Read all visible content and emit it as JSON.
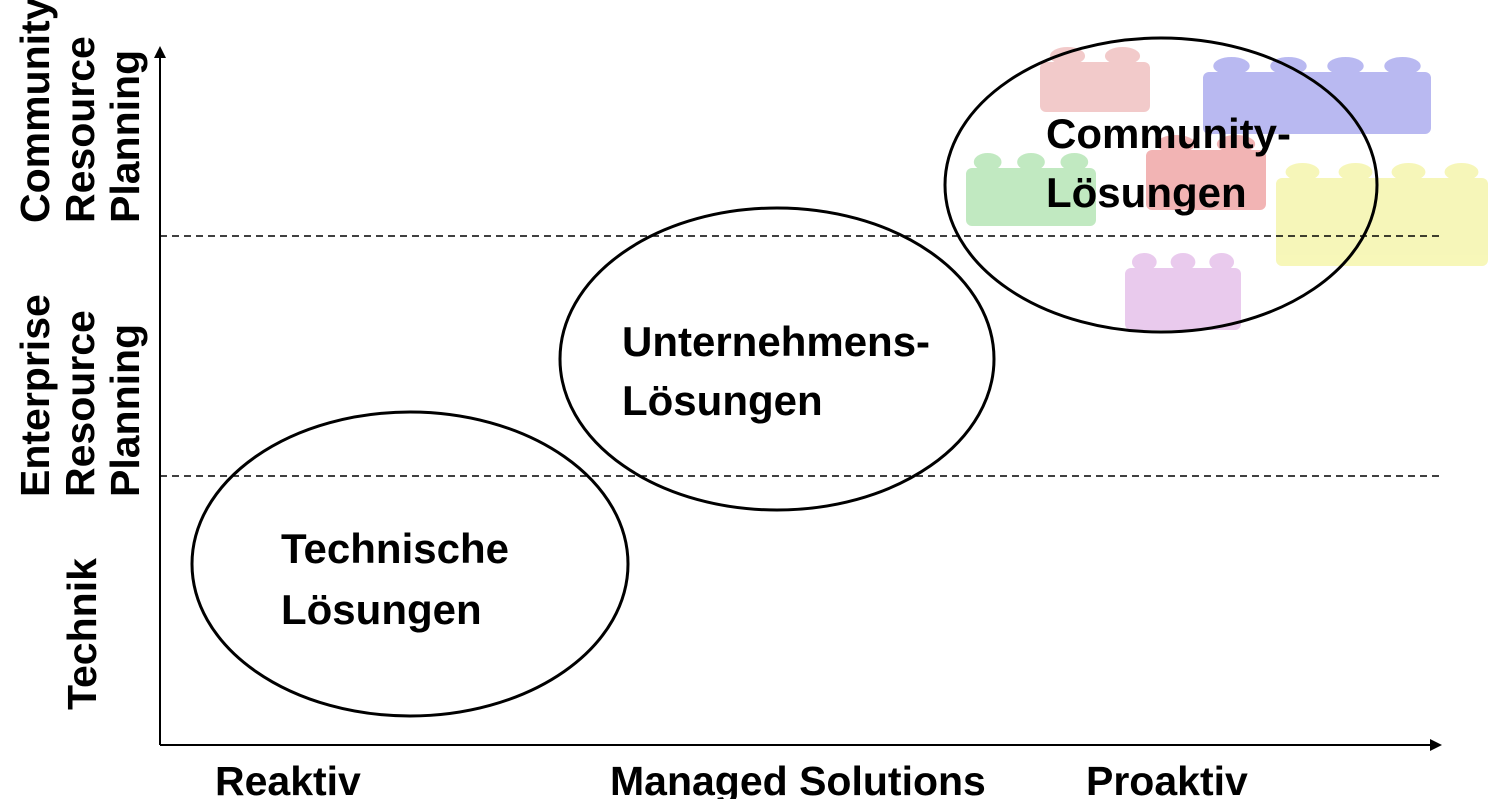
{
  "y_axis": {
    "levels": [
      {
        "lines": [
          "Technik"
        ]
      },
      {
        "lines": [
          "Enterprise",
          "Resource",
          "Planning"
        ]
      },
      {
        "lines": [
          "Community",
          "Resource",
          "Planning"
        ]
      }
    ]
  },
  "x_axis": {
    "labels": [
      "Reaktiv",
      "Managed Solutions",
      "Proaktiv"
    ]
  },
  "bubbles": [
    {
      "lines": [
        "Technische",
        "Lösungen"
      ]
    },
    {
      "lines": [
        "Unternehmens-",
        "Lösungen"
      ]
    },
    {
      "lines": [
        "Community-",
        "Lösungen"
      ]
    }
  ],
  "decoration": {
    "icon": "toy-brick-icon",
    "colors": [
      "#e8a0a0",
      "#8080e6",
      "#90d890",
      "#e87878",
      "#f0f080",
      "#d8a0e0"
    ]
  }
}
